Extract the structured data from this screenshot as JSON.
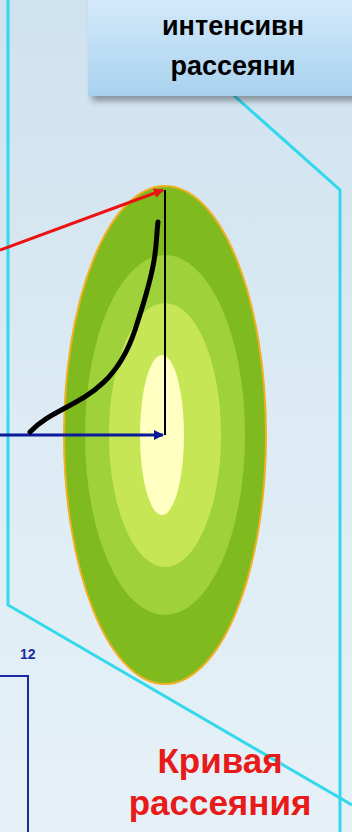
{
  "diagram": {
    "nodes": [
      {
        "text": [
          "интенсивн рассеяни"
        ]
      }
    ],
    "labels": [
      "12",
      "Кривая рассеяния"
    ]
  }
}
